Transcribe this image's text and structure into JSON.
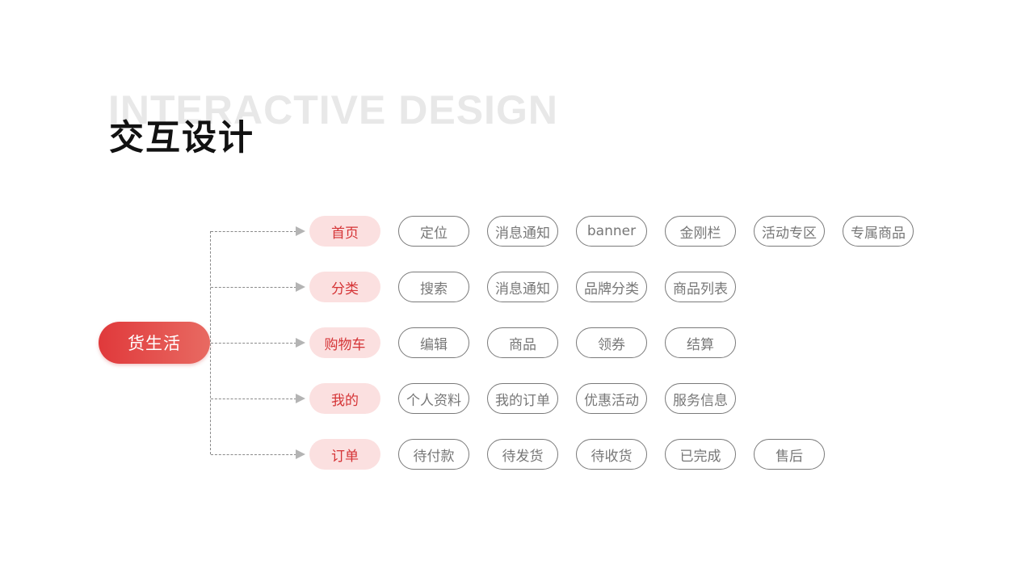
{
  "header": {
    "background_title": "INTERACTIVE DESIGN",
    "title": "交互设计"
  },
  "colors": {
    "accent_red": "#e0393b",
    "category_bg": "#fbe0e0",
    "category_text": "#d53436",
    "item_border": "#7a7a7a",
    "item_text": "#777777",
    "connector": "#8a8a8a",
    "arrow": "#b4b4b4"
  },
  "root": {
    "label": "货生活"
  },
  "branches": [
    {
      "label": "首页",
      "items": [
        "定位",
        "消息通知",
        "banner",
        "金刚栏",
        "活动专区",
        "专属商品"
      ]
    },
    {
      "label": "分类",
      "items": [
        "搜索",
        "消息通知",
        "品牌分类",
        "商品列表"
      ]
    },
    {
      "label": "购物车",
      "items": [
        "编辑",
        "商品",
        "领券",
        "结算"
      ]
    },
    {
      "label": "我的",
      "items": [
        "个人资料",
        "我的订单",
        "优惠活动",
        "服务信息"
      ]
    },
    {
      "label": "订单",
      "items": [
        "待付款",
        "待发货",
        "待收货",
        "已完成",
        "售后"
      ]
    }
  ]
}
